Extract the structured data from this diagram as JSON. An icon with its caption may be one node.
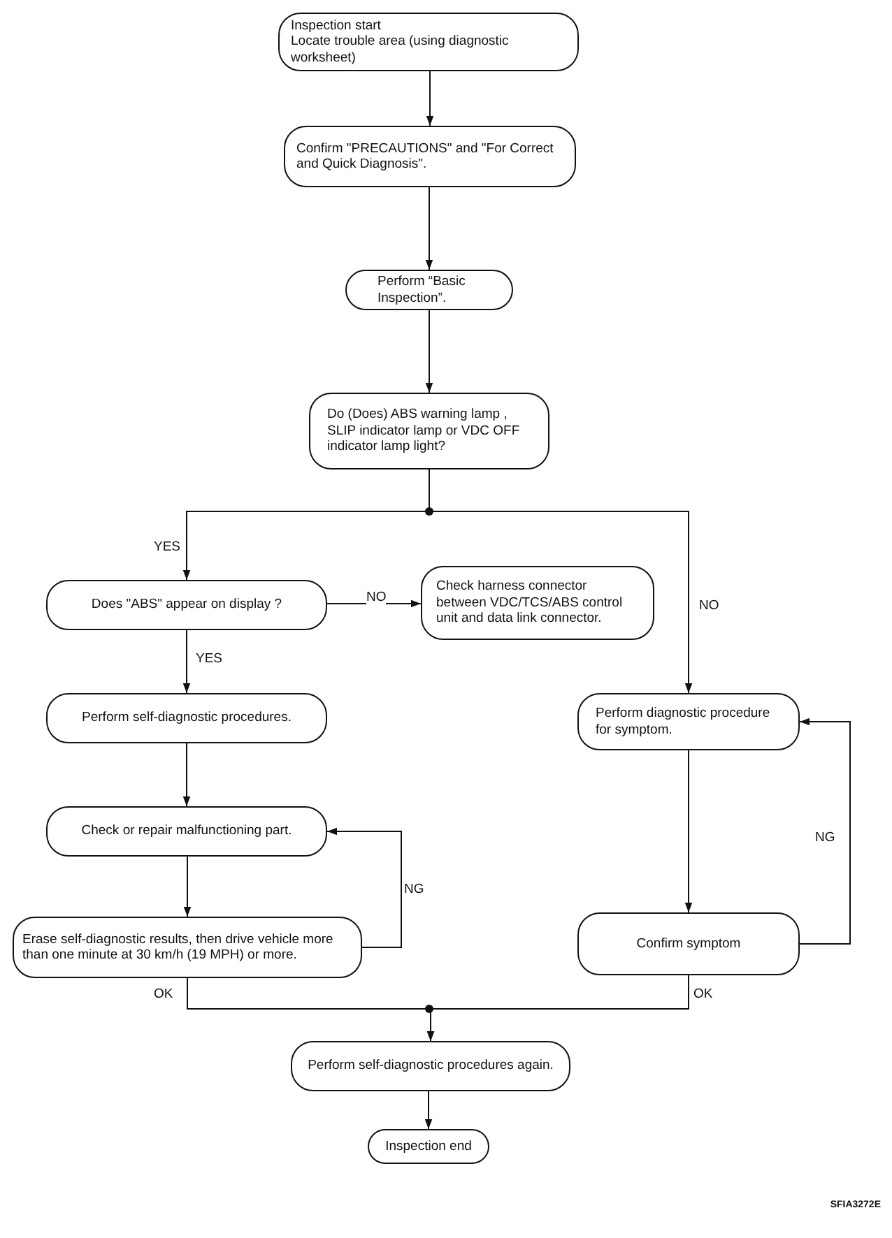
{
  "diagram": {
    "nodes": [
      {
        "text": [
          "Inspection start",
          "Locate trouble area (using diagnostic worksheet)"
        ]
      },
      {
        "text": [
          "Confirm \"PRECAUTIONS\" and \"For Correct and Quick Diagnosis\"."
        ]
      },
      {
        "text": [
          "Perform “Basic Inspection”."
        ]
      },
      {
        "text": [
          "Do (Does) ABS warning lamp , SLIP indicator lamp or VDC OFF indicator lamp light?"
        ]
      },
      {
        "text": [
          "Does \"ABS\" appear on display ?"
        ]
      },
      {
        "text": [
          "Check harness connector between VDC/TCS/ABS control unit and data link connector."
        ]
      },
      {
        "text": [
          "Perform self-diagnostic procedures."
        ]
      },
      {
        "text": [
          "Check or repair malfunctioning part."
        ]
      },
      {
        "text": [
          "Erase self-diagnostic results, then drive vehicle more than one minute at 30 km/h (19 MPH) or more."
        ]
      },
      {
        "text": [
          "Perform diagnostic procedure for symptom."
        ]
      },
      {
        "text": [
          "Confirm  symptom"
        ]
      },
      {
        "text": [
          "Perform self-diagnostic procedures again."
        ]
      },
      {
        "text": [
          "Inspection end"
        ]
      }
    ],
    "edges": [
      {
        "from": 0,
        "to": 1,
        "arrow": "to"
      },
      {
        "from": 1,
        "to": 2,
        "arrow": "to"
      },
      {
        "from": 2,
        "to": 3,
        "arrow": "to"
      },
      {
        "from": 3,
        "to": 4,
        "arrow": "to",
        "label": "YES"
      },
      {
        "from": 3,
        "to": 9,
        "arrow": "to",
        "label": "NO"
      },
      {
        "from": 4,
        "to": 5,
        "arrow": "to",
        "label": "NO"
      },
      {
        "from": 4,
        "to": 6,
        "arrow": "to",
        "label": "YES"
      },
      {
        "from": 6,
        "to": 7,
        "arrow": "to"
      },
      {
        "from": 7,
        "to": 8,
        "arrow": "to"
      },
      {
        "from": 8,
        "to": 7,
        "arrow": "to",
        "label": "NG"
      },
      {
        "from": 9,
        "to": 10,
        "arrow": "to"
      },
      {
        "from": 10,
        "to": 9,
        "arrow": "to",
        "label": "NG"
      },
      {
        "from": 8,
        "to": 11,
        "arrow": "to",
        "label": "OK"
      },
      {
        "from": 10,
        "to": 11,
        "arrow": "to",
        "label": "OK"
      },
      {
        "from": 11,
        "to": 12,
        "arrow": "to"
      }
    ],
    "labels": [
      "SFIA3272E"
    ]
  }
}
